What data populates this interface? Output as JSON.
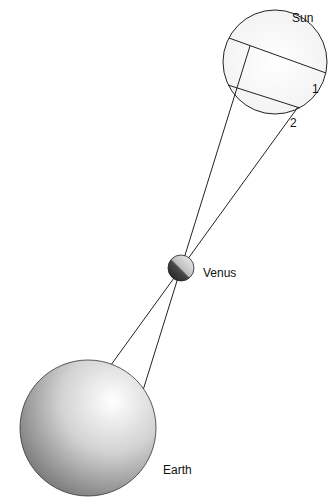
{
  "diagram": {
    "labels": [
      "Sun",
      "1",
      "2",
      "Venus",
      "Earth"
    ]
  }
}
